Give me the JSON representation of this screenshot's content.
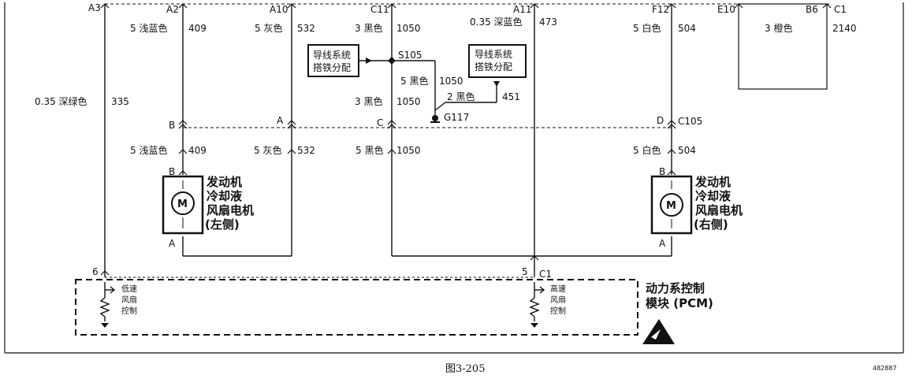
{
  "connectors": {
    "A3": "A3",
    "A2": "A2",
    "A10": "A10",
    "C11": "C11",
    "A11": "A11",
    "F12": "F12",
    "E10": "E10",
    "B6": "B6",
    "C1_top": "C1",
    "B": "B",
    "A": "A",
    "C": "C",
    "D": "D",
    "C105": "C105",
    "motor_left_B": "B",
    "motor_left_A": "A",
    "motor_right_B": "B",
    "motor_right_A": "A",
    "pcm_pin_6": "6",
    "pcm_pin_5": "5",
    "pcm_C1": "C1"
  },
  "wires_upper": [
    {
      "size_color": "5 浅蓝色",
      "circuit": "409"
    },
    {
      "size_color": "5 灰色",
      "circuit": "532"
    },
    {
      "size_color": "3 黑色",
      "circuit": "1050"
    },
    {
      "size_color": "0.35 深蓝色",
      "circuit": "473"
    },
    {
      "size_color": "5 白色",
      "circuit": "504"
    },
    {
      "size_color": "3 橙色",
      "circuit": "2140"
    }
  ],
  "wire_a3": {
    "size_color": "0.35 深绿色",
    "circuit": "335"
  },
  "splice": {
    "name": "S105",
    "w1_size_color": "5 黑色",
    "w1_circuit": "1050",
    "w2_size_color": "3 黑色",
    "w2_circuit": "1050",
    "w3_size_color": "2 黑色",
    "w3_circuit": "451",
    "ground": "G117"
  },
  "ground_dist_left": {
    "line1": "导线系统",
    "line2": "搭铁分配"
  },
  "ground_dist_right": {
    "line1": "导线系统",
    "line2": "搭铁分配"
  },
  "wires_lower": [
    {
      "size_color": "5 浅蓝色",
      "circuit": "409"
    },
    {
      "size_color": "5 灰色",
      "circuit": "532"
    },
    {
      "size_color": "5 黑色",
      "circuit": "1050"
    },
    {
      "size_color": "5 白色",
      "circuit": "504"
    }
  ],
  "motor_left": {
    "line1": "发动机",
    "line2": "冷却液",
    "line3": "风扇电机",
    "line4": "(左侧)",
    "symbol": "M"
  },
  "motor_right": {
    "line1": "发动机",
    "line2": "冷却液",
    "line3": "风扇电机",
    "line4": "(右侧)",
    "symbol": "M"
  },
  "pcm": {
    "title1": "动力系控制",
    "title2": "模块 (PCM)",
    "low_l1": "低速",
    "low_l2": "风扇",
    "low_l3": "控制",
    "high_l1": "高速",
    "high_l2": "风扇",
    "high_l3": "控制"
  },
  "icons": {
    "esd": "esd-warning-icon"
  },
  "figure_caption": "图3-205",
  "figure_code": "482887"
}
